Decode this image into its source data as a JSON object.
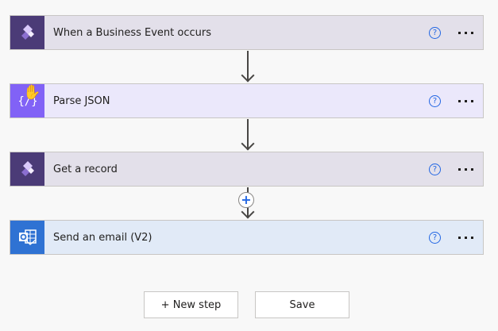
{
  "flow": {
    "steps": [
      {
        "title": "When a Business Event occurs",
        "icon": "dataverse-icon",
        "bg": "#e3e0ea",
        "icon_bg": "#4b3b77"
      },
      {
        "title": "Parse JSON",
        "icon": "curly-braces-icon",
        "bg": "#ebe8fb",
        "icon_bg": "#8162f6"
      },
      {
        "title": "Get a record",
        "icon": "dataverse-icon",
        "bg": "#e3e0ea",
        "icon_bg": "#4b3b77"
      },
      {
        "title": "Send an email (V2)",
        "icon": "outlook-icon",
        "bg": "#e1eaf7",
        "icon_bg": "#2f72d3"
      }
    ],
    "help_glyph": "?",
    "insert_step_glyph": "+"
  },
  "footer": {
    "new_step_label": "+ New step",
    "save_label": "Save"
  },
  "colors": {
    "accent": "#2266e3",
    "connector": "#484644"
  }
}
